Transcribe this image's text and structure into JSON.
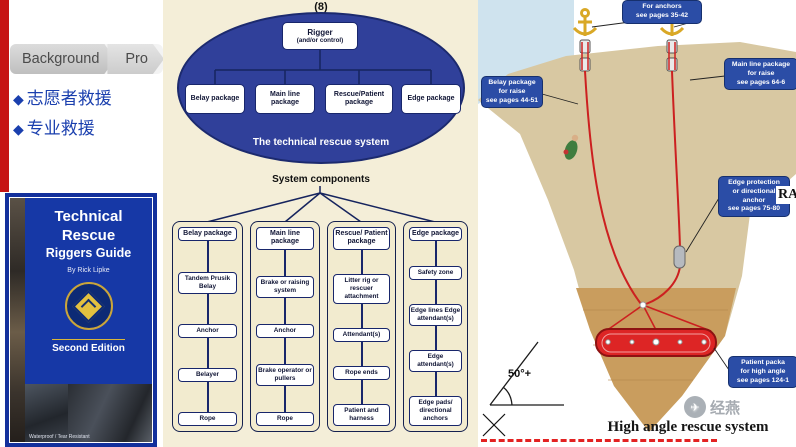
{
  "breadcrumb": {
    "items": [
      {
        "label": "Background"
      },
      {
        "label": "Pro"
      }
    ]
  },
  "bullets": [
    {
      "marker": "◆",
      "text": "志愿者救援"
    },
    {
      "marker": "◆",
      "text": "专业救援"
    }
  ],
  "book": {
    "title_lines": [
      "Technical",
      "Rescue",
      "Riggers Guide"
    ],
    "author": "By Rick Lipke",
    "edition": "Second Edition",
    "footnote": "Waterproof / Tear Resistant"
  },
  "diagram": {
    "figure_number": "(8)",
    "rigger": {
      "title": "Rigger",
      "subtitle": "(and/or control)"
    },
    "packages": [
      "Belay package",
      "Main line package",
      "Rescue/Patient package",
      "Edge package"
    ],
    "ellipse_caption": "The technical rescue system",
    "components_title": "System components",
    "columns": [
      {
        "header": "Belay package",
        "items": [
          "Tandem Prusik Belay",
          "Anchor",
          "Belayer",
          "Rope"
        ]
      },
      {
        "header": "Main line package",
        "items": [
          "Brake or raising system",
          "Anchor",
          "Brake operator or pullers",
          "Rope"
        ]
      },
      {
        "header": "Rescue/ Patient package",
        "items": [
          "Litter rig or rescuer attachment",
          "Attendant(s)",
          "Rope ends",
          "Patient and harness"
        ]
      },
      {
        "header": "Edge package",
        "items": [
          "Safety zone",
          "Edge lines Edge attendant(s)",
          "Edge attendant(s)",
          "Edge pads/ directional anchors"
        ]
      }
    ]
  },
  "scene": {
    "callouts": {
      "anchors": "For anchors\nsee pages 35-42",
      "belay": "Belay package\nfor raise\nsee pages 44-51",
      "mainline": "Main line package\nfor raise\nsee pages 64-6",
      "edge": "Edge protection\nor directional\nanchor\nsee pages 75-80",
      "patient": "Patient packa\nfor high angle\nsee pages 124-1"
    },
    "angle_label": "50°+",
    "caption": "High angle rescue system",
    "cropped_heading": "RAIS",
    "watermark": {
      "text": "经燕",
      "plane_glyph": "✈"
    }
  },
  "colors": {
    "accent_red": "#c61414",
    "slide_blue": "#1a3fae",
    "diagram_blue": "#30409a",
    "callout_blue": "#2b4da6",
    "litter_red": "#dd2525",
    "cliff_tan": "#d8c8a2",
    "cliff_brown": "#c99d5e"
  }
}
